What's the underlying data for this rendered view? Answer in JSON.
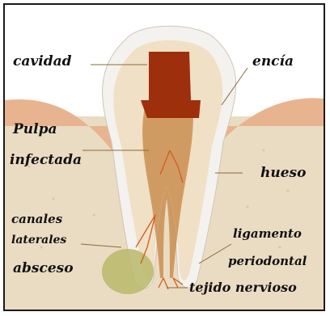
{
  "labels": {
    "cavity": "cavidad",
    "gum": "encía",
    "pulp_line1": "Pulpa",
    "pulp_line2": "infectada",
    "bone": "hueso",
    "lateral_line1": "canales",
    "lateral_line2": "laterales",
    "ligament_line1": "ligamento",
    "ligament_line2": "periodontal",
    "abscess": "absceso",
    "nerve": "tejido nervioso"
  },
  "colors": {
    "frame": "#1a1a1a",
    "text": "#111111",
    "leader": "#8a6a3a",
    "enamel": "#f4f2ee",
    "dentin": "#efe0c6",
    "cavity": "#9e2f0c",
    "pulp": "#c88a4a",
    "gum": "#e8b48f",
    "bone": "#eadcc2",
    "abscess": "#b9b96a",
    "nerve": "#d45a1c"
  }
}
